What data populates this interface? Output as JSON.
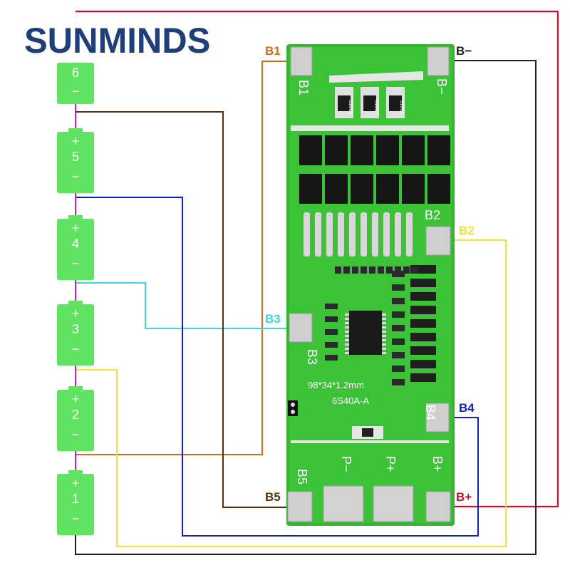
{
  "logo": {
    "text": "SUNMINDS",
    "color": "#1f3f7a"
  },
  "cells": [
    {
      "top": "6",
      "num": "",
      "bottom": "−"
    },
    {
      "top": "+",
      "num": "5",
      "bottom": "−"
    },
    {
      "top": "+",
      "num": "4",
      "bottom": "−"
    },
    {
      "top": "+",
      "num": "3",
      "bottom": "−"
    },
    {
      "top": "+",
      "num": "2",
      "bottom": "−"
    },
    {
      "top": "+",
      "num": "1",
      "bottom": "−"
    }
  ],
  "board": {
    "pads": {
      "b1": "B1",
      "bminus": "B−",
      "b2": "B2",
      "b3": "B3",
      "b4": "B4",
      "b5": "B5",
      "pminus": "P−",
      "pplus": "P+",
      "bplus": "B+"
    },
    "dimension_text": "98*34*1.2mm",
    "model_text": "6S40A-A",
    "resistor_codes": [
      "S1003",
      "S1003",
      "S1003"
    ]
  },
  "labels": {
    "b1": "B1",
    "bminus": "B−",
    "b2": "B2",
    "b3": "B3",
    "b4": "B4",
    "b5": "B5",
    "bplus": "B+"
  },
  "colors": {
    "cell_green": "#5fe360",
    "board_green": "#33b52e",
    "wire_b1": "#d06c1c",
    "wire_b2": "#f2e233",
    "wire_b3": "#3fd4ea",
    "wire_b4": "#1020c0",
    "wire_b5": "#5a2f10",
    "wire_bminus": "#202020",
    "wire_bplus": "#c8102e",
    "interconnect": "#d316d8"
  }
}
